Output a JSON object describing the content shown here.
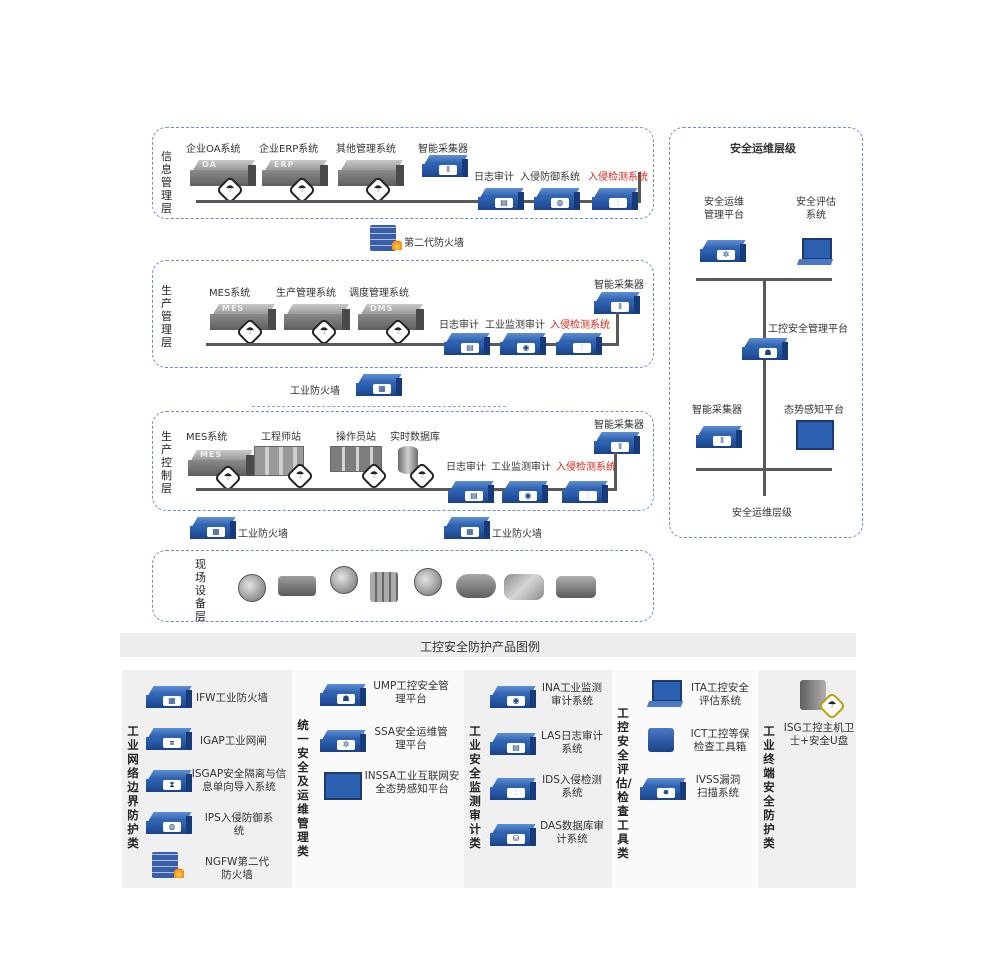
{
  "layers": {
    "info": "信息管理层",
    "prod_mgmt": "生产管理层",
    "prod_ctrl": "生产控制层",
    "field": "现场设备层"
  },
  "info_layer": {
    "oa": "企业OA系统",
    "erp": "企业ERP系统",
    "other": "其他管理系统",
    "collector": "智能采集器",
    "log_audit": "日志审计",
    "ips": "入侵防御系统",
    "ids": "入侵检测系统",
    "tag_oa": "OA",
    "tag_erp": "ERP"
  },
  "fw2": "第二代防火墙",
  "prod_mgmt_layer": {
    "mes": "MES系统",
    "pm": "生产管理系统",
    "dispatch": "调度管理系统",
    "collector": "智能采集器",
    "log_audit": "日志审计",
    "ind_audit": "工业监测审计",
    "ids": "入侵检测系统",
    "tag_mes": "MES",
    "tag_dms": "DMS"
  },
  "ind_fw": "工业防火墙",
  "prod_ctrl_layer": {
    "mes": "MES系统",
    "eng": "工程师站",
    "op": "操作员站",
    "rtdb": "实时数据库",
    "collector": "智能采集器",
    "log_audit": "日志审计",
    "ind_audit": "工业监测审计",
    "ids": "入侵检测系统",
    "tag_mes": "MES"
  },
  "field_fw_left": "工业防火墙",
  "field_fw_right": "工业防火墙",
  "ops": {
    "title": "安全运维层级",
    "ops_platform": "安全运维管理平台",
    "eval": "安全评估系统",
    "ics_platform": "工控安全管理平台",
    "collector": "智能采集器",
    "situation": "态势感知平台",
    "footer": "安全运维层级"
  },
  "legend": {
    "title": "工控安全防护产品图例",
    "cat1": "工业网络边界防护类",
    "cat2": "统一安全及运维管理类",
    "cat3": "工业安全监测审计类",
    "cat4": "工控安全评估/检查工具类",
    "cat5": "工业终端安全防护类",
    "ifw": "IFW工业防火墙",
    "igap": "IGAP工业网闸",
    "isgap": "ISGAP安全隔离与信息单向导入系统",
    "ips": "IPS入侵防御系统",
    "ngfw": "NGFW第二代防火墙",
    "ump": "UMP工控安全管理平台",
    "ssa": "SSA安全运维管理平台",
    "inssa": "INSSA工业互联网安全态势感知平台",
    "ina": "INA工业监测审计系统",
    "las": "LAS日志审计系统",
    "ids": "IDS入侵检测系统",
    "das": "DAS数据库审计系统",
    "ita": "ITA工控安全评估系统",
    "ict": "ICT工控等保检查工具箱",
    "ivss": "IVSS漏洞扫描系统",
    "isg": "ISG工控主机卫士+安全U盘"
  },
  "colors": {
    "accent_red": "#d9261c",
    "device_blue": "#2f66b8",
    "zone_border": "#6a8fc5"
  },
  "icons": [
    "umbrella-icon",
    "firewall-icon",
    "globe-icon",
    "chart-icon",
    "camera-icon",
    "shield-icon",
    "gear-icon",
    "lock-icon"
  ]
}
